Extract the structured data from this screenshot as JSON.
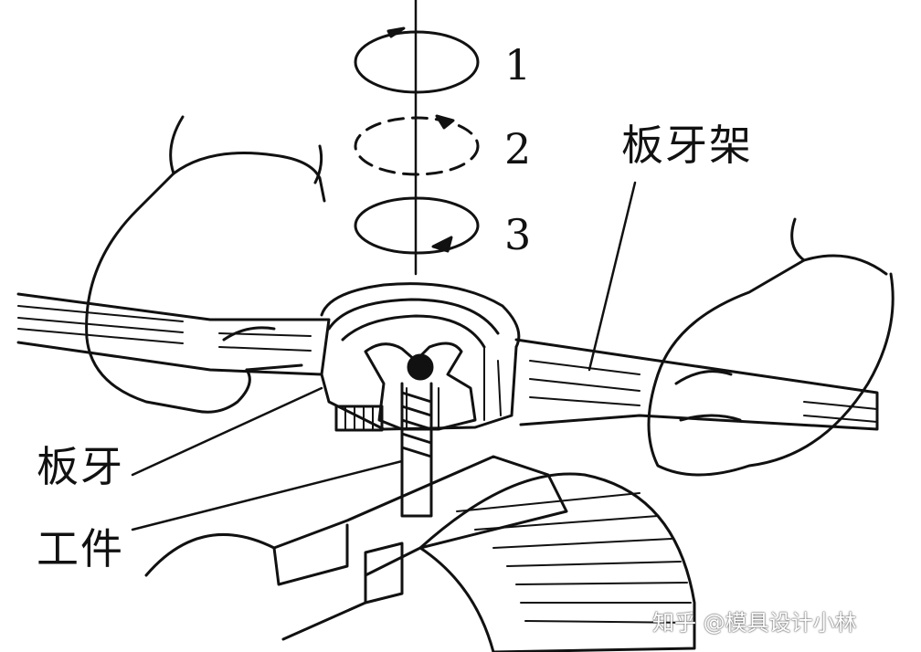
{
  "steps": {
    "step1": "1",
    "step2": "2",
    "step3": "3"
  },
  "labels": {
    "die_stock": "板牙架",
    "die": "板牙",
    "workpiece": "工件"
  },
  "watermark": "知乎 @模具设计小林",
  "colors": {
    "line": "#111111",
    "background": "#ffffff"
  }
}
